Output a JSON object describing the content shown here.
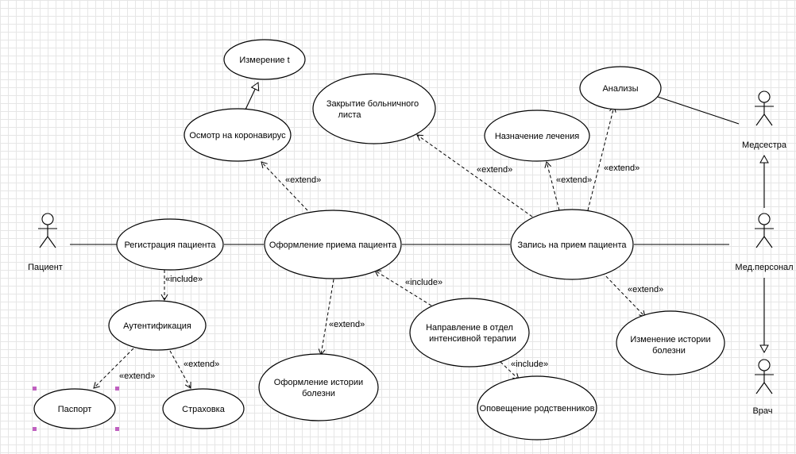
{
  "actors": {
    "patient": "Пациент",
    "nurse": "Медсестра",
    "med_staff": "Мед.персонал",
    "doctor": "Врач"
  },
  "use_cases": {
    "registration": "Регистрация пациента",
    "authentication": "Аутентификация",
    "passport": "Паспорт",
    "insurance": "Страховка",
    "temperature": "Измерение t",
    "covid_exam": "Осмотр на коронавирус",
    "intake": "Оформление приема пациента",
    "history_create": [
      "Оформление истории",
      "болезни"
    ],
    "icu_referral": [
      "Направление в отдел",
      "интенсивной терапии"
    ],
    "notify_relatives": "Оповещение родственников",
    "sick_leave": [
      "Закрытие больничного",
      "листа"
    ],
    "treatment": "Назначение лечения",
    "tests": "Анализы",
    "appointment": "Запись на прием пациента",
    "history_change": [
      "Изменение истории",
      "болезни"
    ]
  },
  "stereotypes": {
    "include": "«include»",
    "extend": "«extend»"
  }
}
